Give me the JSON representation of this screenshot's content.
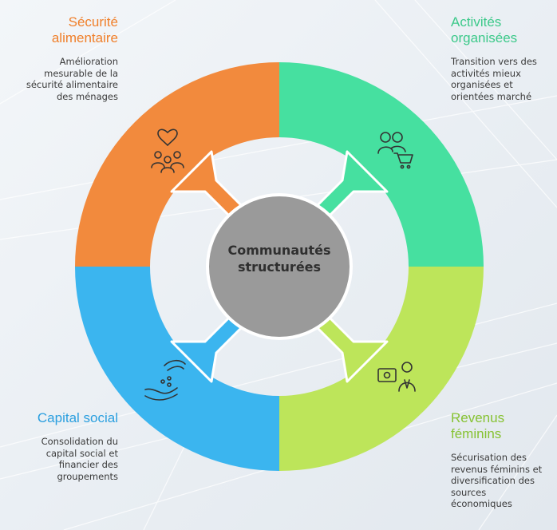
{
  "center": {
    "line1": "Communautés",
    "line2": "structurées"
  },
  "segments": [
    {
      "id": "securite",
      "title_lines": [
        "Sécurité",
        "alimentaire"
      ],
      "desc_lines": [
        "Amélioration",
        "mesurable de la",
        "sécurité alimentaire",
        "des ménages"
      ],
      "color": "#f28a3d",
      "title_color": "#f07f2a",
      "icon": "heart-people-icon"
    },
    {
      "id": "activites",
      "title_lines": [
        "Activités",
        "organisées"
      ],
      "desc_lines": [
        "Transition vers des",
        "activités mieux",
        "organisées et",
        "orientées marché"
      ],
      "color": "#46e0a0",
      "title_color": "#3cc98a",
      "icon": "people-cart-icon"
    },
    {
      "id": "revenus",
      "title_lines": [
        "Revenus",
        "féminins"
      ],
      "desc_lines": [
        "Sécurisation des",
        "revenus féminins et",
        "diversification des",
        "sources",
        "économiques"
      ],
      "color": "#bde55a",
      "title_color": "#86c232",
      "icon": "money-person-icon"
    },
    {
      "id": "capital",
      "title_lines": [
        "Capital social"
      ],
      "desc_lines": [
        "Consolidation du",
        "capital social et",
        "financier des",
        "groupements"
      ],
      "color": "#3bb5ef",
      "title_color": "#2a9fdf",
      "icon": "hand-coins-icon"
    }
  ]
}
